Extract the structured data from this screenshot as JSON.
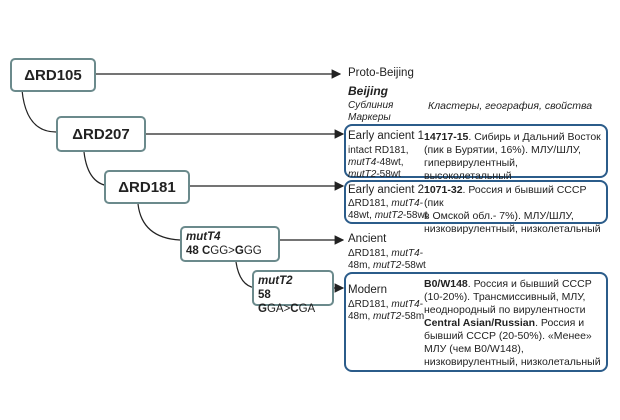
{
  "nodes": {
    "rd105": "ΔRD105",
    "rd207": "ΔRD207",
    "rd181": "ΔRD181",
    "mutT4": {
      "title": "mutT4",
      "pre": "48 C",
      "mid": "GG>",
      "b2": "G",
      "post": "GG"
    },
    "mutT2": {
      "title": "mutT2",
      "pre": "58 G",
      "mid": "GA>",
      "b2": "C",
      "post": "GA"
    }
  },
  "proto_beijing": "Proto-Beijing",
  "header": {
    "beijing": "Beijing",
    "sublineage": "Сублиния",
    "markers": "Маркеры",
    "clusters": "Кластеры, география, свойства"
  },
  "sublineages": {
    "early_ancient_1": {
      "name": "Early ancient 1",
      "markers": [
        "intact RD181,",
        "mutT4-48wt,",
        "mutT2-58wt"
      ],
      "cluster": "14717-15",
      "desc": [
        ". Сибирь и Дальний Восток",
        "(пик в Бурятии, 16%). МЛУ/ШЛУ,",
        "гипервирулентный, высоколетальный"
      ]
    },
    "early_ancient_2": {
      "name": "Early ancient 2",
      "markers": [
        "ΔRD181, mutT4-",
        "48wt, mutT2-58wt"
      ],
      "cluster": "1071-32",
      "desc": [
        ". Россия и бывший СССР (пик",
        "в Омской обл.- 7%). МЛУ/ШЛУ,",
        "низковирулентный, низколетальный"
      ]
    },
    "ancient": {
      "name": "Ancient",
      "markers": [
        "ΔRD181, mutT4-",
        "48m, mutT2-58wt"
      ]
    },
    "modern": {
      "name": "Modern",
      "markers": [
        "ΔRD181, mutT4-",
        "48m, mutT2-58m"
      ],
      "cluster": "B0/W148",
      "desc": {
        "l1": ". Россия и бывший СССР",
        "l2": "(10-20%). Трансмиссивный, МЛУ,",
        "l3": "неоднородный по вирулентности",
        "l4b": "Central Asian/Russian",
        "l4": ". Россия и",
        "l5": "бывший СССР (20-50%). «Менее»",
        "l6": "МЛУ (чем B0/W148),",
        "l7": "низковирулентный, низколетальный"
      }
    }
  }
}
